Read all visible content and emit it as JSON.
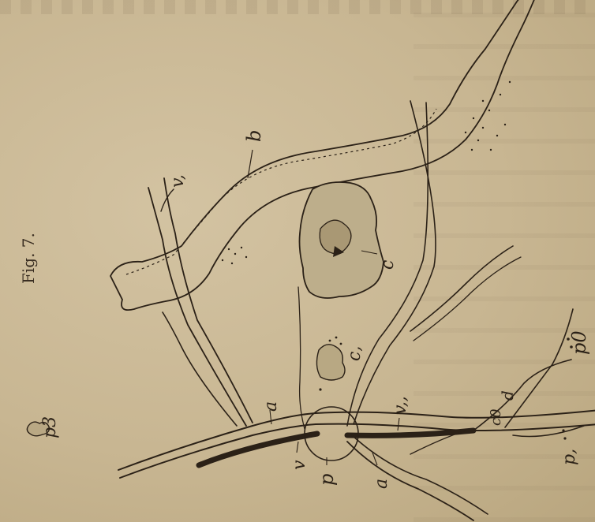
{
  "figure": {
    "caption": "Fig. 7.",
    "labels": {
      "b": "b",
      "v1": "v,",
      "c": "c",
      "c1": "c,",
      "a_top": "a",
      "v_top": "v",
      "p": "p",
      "a_bottom": "a",
      "v2": "v,,",
      "p3": "p3",
      "p0": "p0",
      "p1": "p,",
      "c0": "c0",
      "d": "d"
    }
  },
  "colors": {
    "ink": "#2b2117",
    "paper": "#c9b896"
  }
}
